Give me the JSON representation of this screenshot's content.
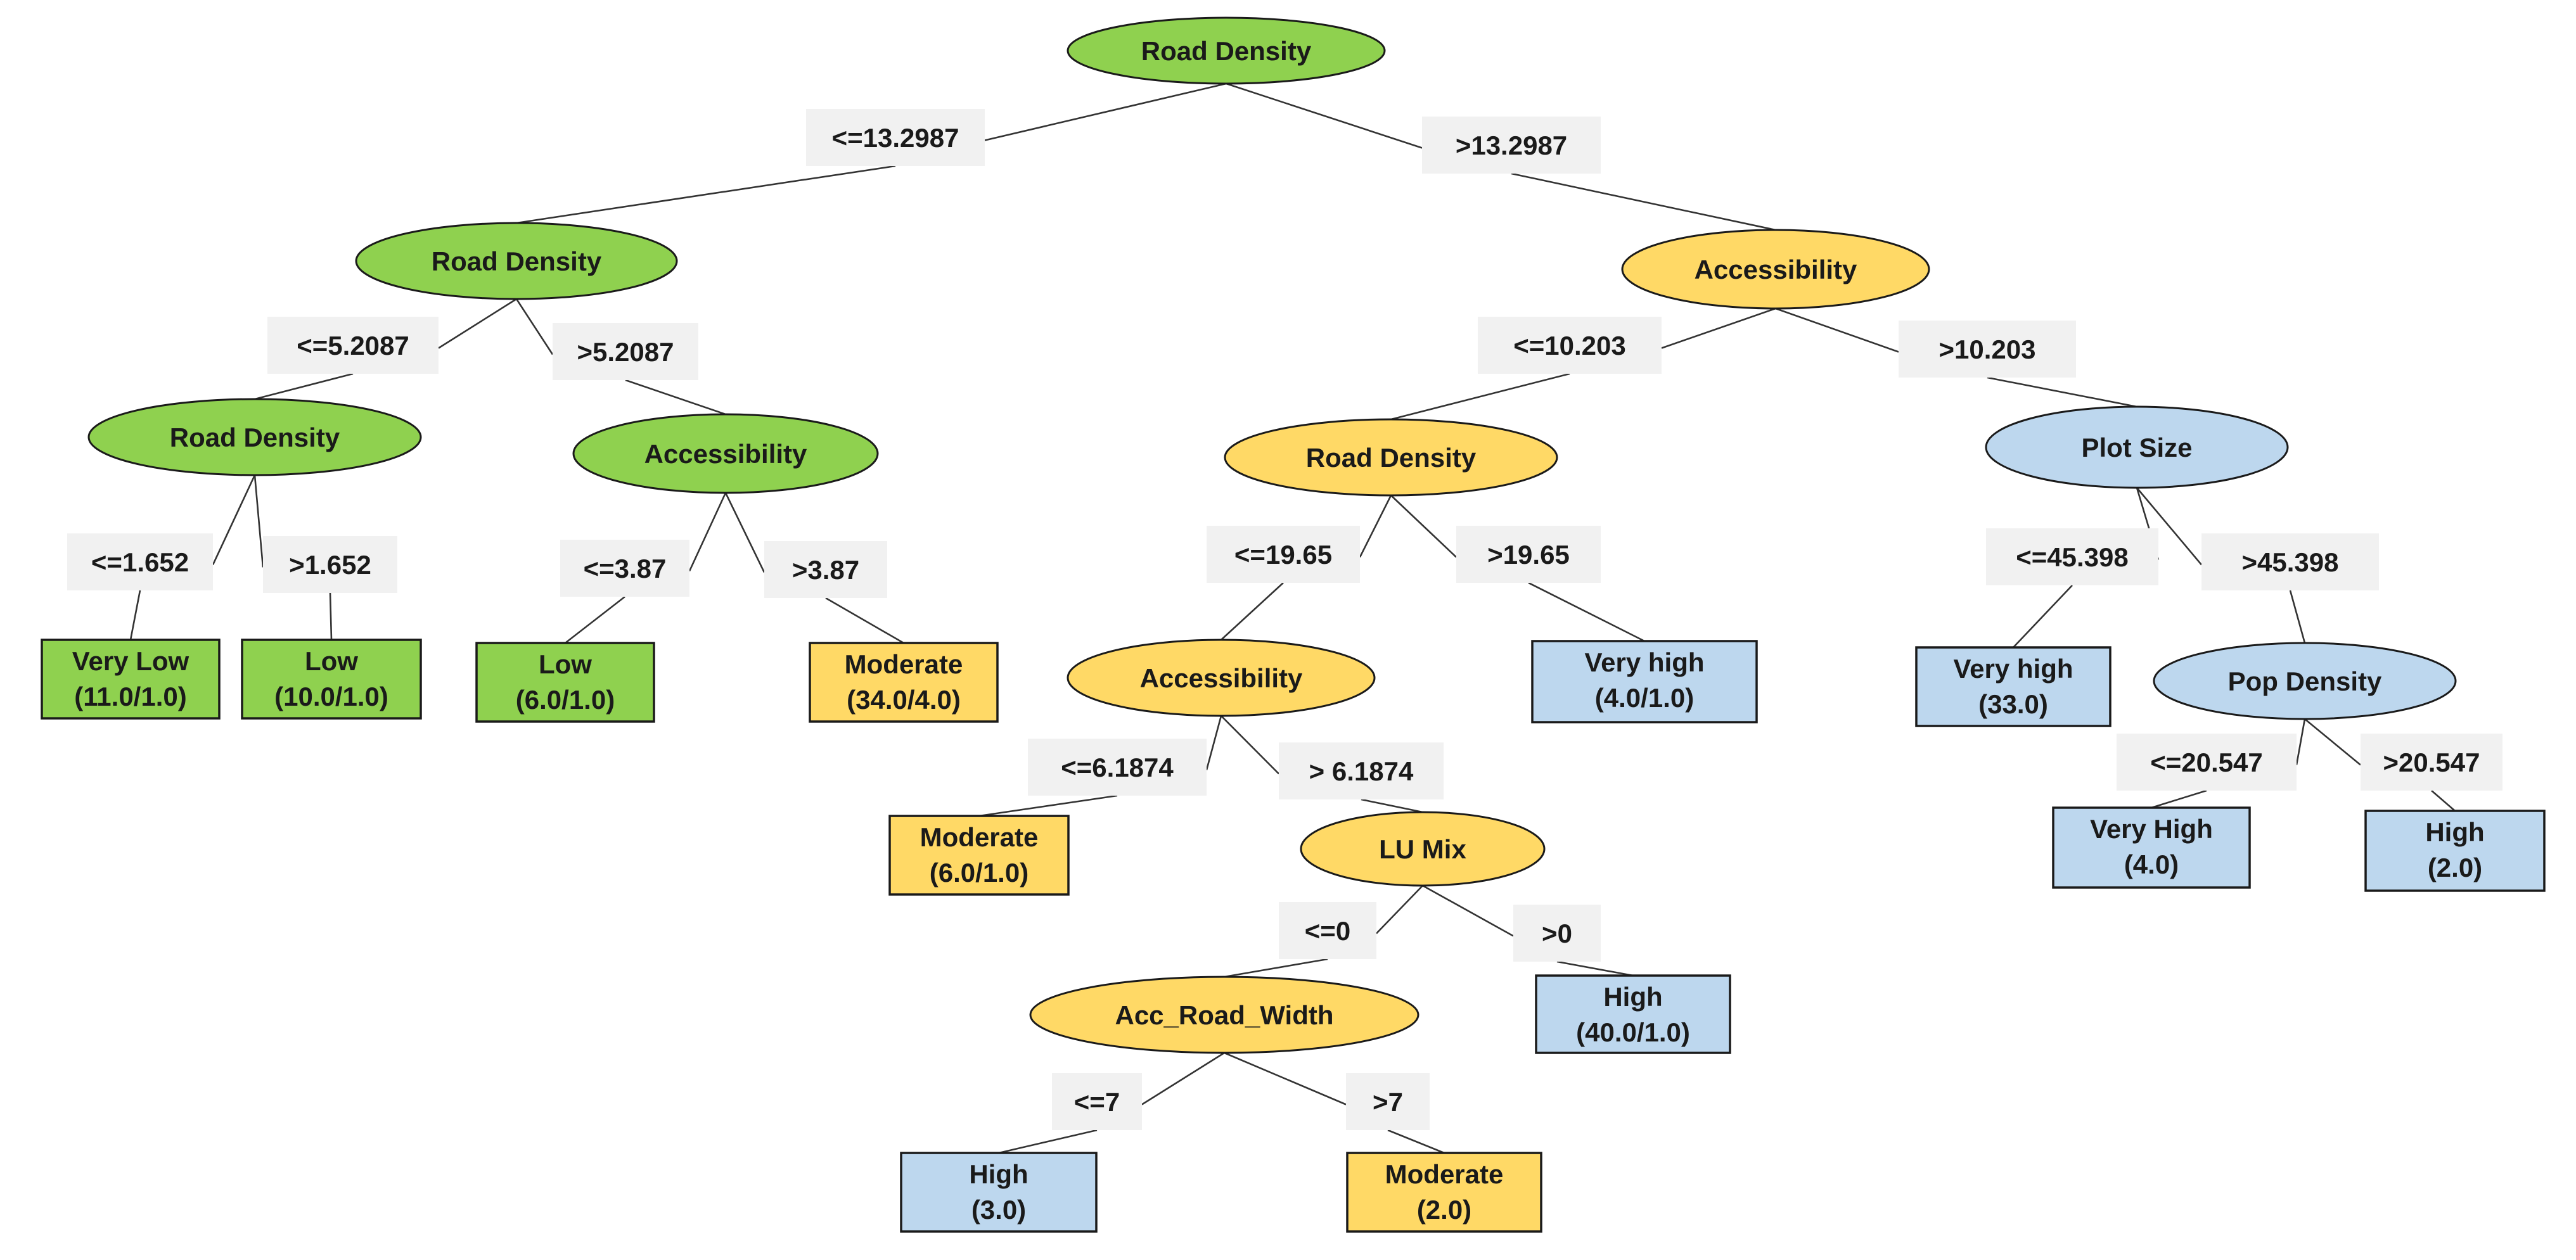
{
  "colors": {
    "green": "#8fd14f",
    "yellow": "#ffd966",
    "blue": "#bdd7ee",
    "condition_bg": "#f1f1f1"
  },
  "nodes": [
    {
      "id": "n1",
      "label": "Road Density",
      "color": "green"
    },
    {
      "id": "n2",
      "label": "Road Density",
      "color": "green"
    },
    {
      "id": "n3",
      "label": "Road Density",
      "color": "green"
    },
    {
      "id": "n4",
      "label": "Accessibility",
      "color": "green"
    },
    {
      "id": "n5",
      "label": "Accessibility",
      "color": "yellow"
    },
    {
      "id": "n6",
      "label": "Road Density",
      "color": "yellow"
    },
    {
      "id": "n7",
      "label": "Accessibility",
      "color": "yellow"
    },
    {
      "id": "n8",
      "label": "LU Mix",
      "color": "yellow"
    },
    {
      "id": "n9",
      "label": "Acc_Road_Width",
      "color": "yellow"
    },
    {
      "id": "n10",
      "label": "Plot Size",
      "color": "blue"
    },
    {
      "id": "n11",
      "label": "Pop Density",
      "color": "blue"
    }
  ],
  "leaves": [
    {
      "id": "l1",
      "lines": [
        "Very Low",
        "(11.0/1.0)"
      ],
      "color": "green"
    },
    {
      "id": "l2",
      "lines": [
        "Low",
        "(10.0/1.0)"
      ],
      "color": "green"
    },
    {
      "id": "l3",
      "lines": [
        "Low",
        "(6.0/1.0)"
      ],
      "color": "green"
    },
    {
      "id": "l4",
      "lines": [
        "Moderate",
        "(34.0/4.0)"
      ],
      "color": "yellow"
    },
    {
      "id": "l5",
      "lines": [
        "Very high",
        "(4.0/1.0)"
      ],
      "color": "blue"
    },
    {
      "id": "l6",
      "lines": [
        "Moderate",
        "(6.0/1.0)"
      ],
      "color": "yellow"
    },
    {
      "id": "l7",
      "lines": [
        "High",
        "(40.0/1.0)"
      ],
      "color": "blue"
    },
    {
      "id": "l8",
      "lines": [
        "High",
        "(3.0)"
      ],
      "color": "blue"
    },
    {
      "id": "l9",
      "lines": [
        "Moderate",
        "(2.0)"
      ],
      "color": "yellow"
    },
    {
      "id": "l10",
      "lines": [
        "Very high",
        "(33.0)"
      ],
      "color": "blue"
    },
    {
      "id": "l11",
      "lines": [
        "Very  High",
        "(4.0)"
      ],
      "color": "blue"
    },
    {
      "id": "l12",
      "lines": [
        "High",
        "(2.0)"
      ],
      "color": "blue"
    }
  ],
  "edges": [
    {
      "id": "e1",
      "from": "n1",
      "to": "n2",
      "condition": "<=13.2987"
    },
    {
      "id": "e2",
      "from": "n1",
      "to": "n5",
      "condition": ">13.2987"
    },
    {
      "id": "e3",
      "from": "n2",
      "to": "n3",
      "condition": "<=5.2087"
    },
    {
      "id": "e4",
      "from": "n2",
      "to": "n4",
      "condition": ">5.2087"
    },
    {
      "id": "e5",
      "from": "n3",
      "to": "l1",
      "condition": "<=1.652"
    },
    {
      "id": "e6",
      "from": "n3",
      "to": "l2",
      "condition": ">1.652"
    },
    {
      "id": "e7",
      "from": "n4",
      "to": "l3",
      "condition": "<=3.87"
    },
    {
      "id": "e8",
      "from": "n4",
      "to": "l4",
      "condition": ">3.87"
    },
    {
      "id": "e9",
      "from": "n5",
      "to": "n6",
      "condition": "<=10.203"
    },
    {
      "id": "e10",
      "from": "n5",
      "to": "n10",
      "condition": ">10.203"
    },
    {
      "id": "e11",
      "from": "n6",
      "to": "n7",
      "condition": "<=19.65"
    },
    {
      "id": "e12",
      "from": "n6",
      "to": "l5",
      "condition": ">19.65"
    },
    {
      "id": "e13",
      "from": "n7",
      "to": "l6",
      "condition": "<=6.1874"
    },
    {
      "id": "e14",
      "from": "n7",
      "to": "n8",
      "condition": "> 6.1874"
    },
    {
      "id": "e15",
      "from": "n8",
      "to": "n9",
      "condition": "<=0"
    },
    {
      "id": "e16",
      "from": "n8",
      "to": "l7",
      "condition": ">0"
    },
    {
      "id": "e17",
      "from": "n9",
      "to": "l8",
      "condition": "<=7"
    },
    {
      "id": "e18",
      "from": "n9",
      "to": "l9",
      "condition": ">7"
    },
    {
      "id": "e19",
      "from": "n10",
      "to": "l10",
      "condition": "<=45.398"
    },
    {
      "id": "e20",
      "from": "n10",
      "to": "n11",
      "condition": ">45.398"
    },
    {
      "id": "e21",
      "from": "n11",
      "to": "l11",
      "condition": "<=20.547"
    },
    {
      "id": "e22",
      "from": "n11",
      "to": "l12",
      "condition": ">20.547"
    }
  ]
}
